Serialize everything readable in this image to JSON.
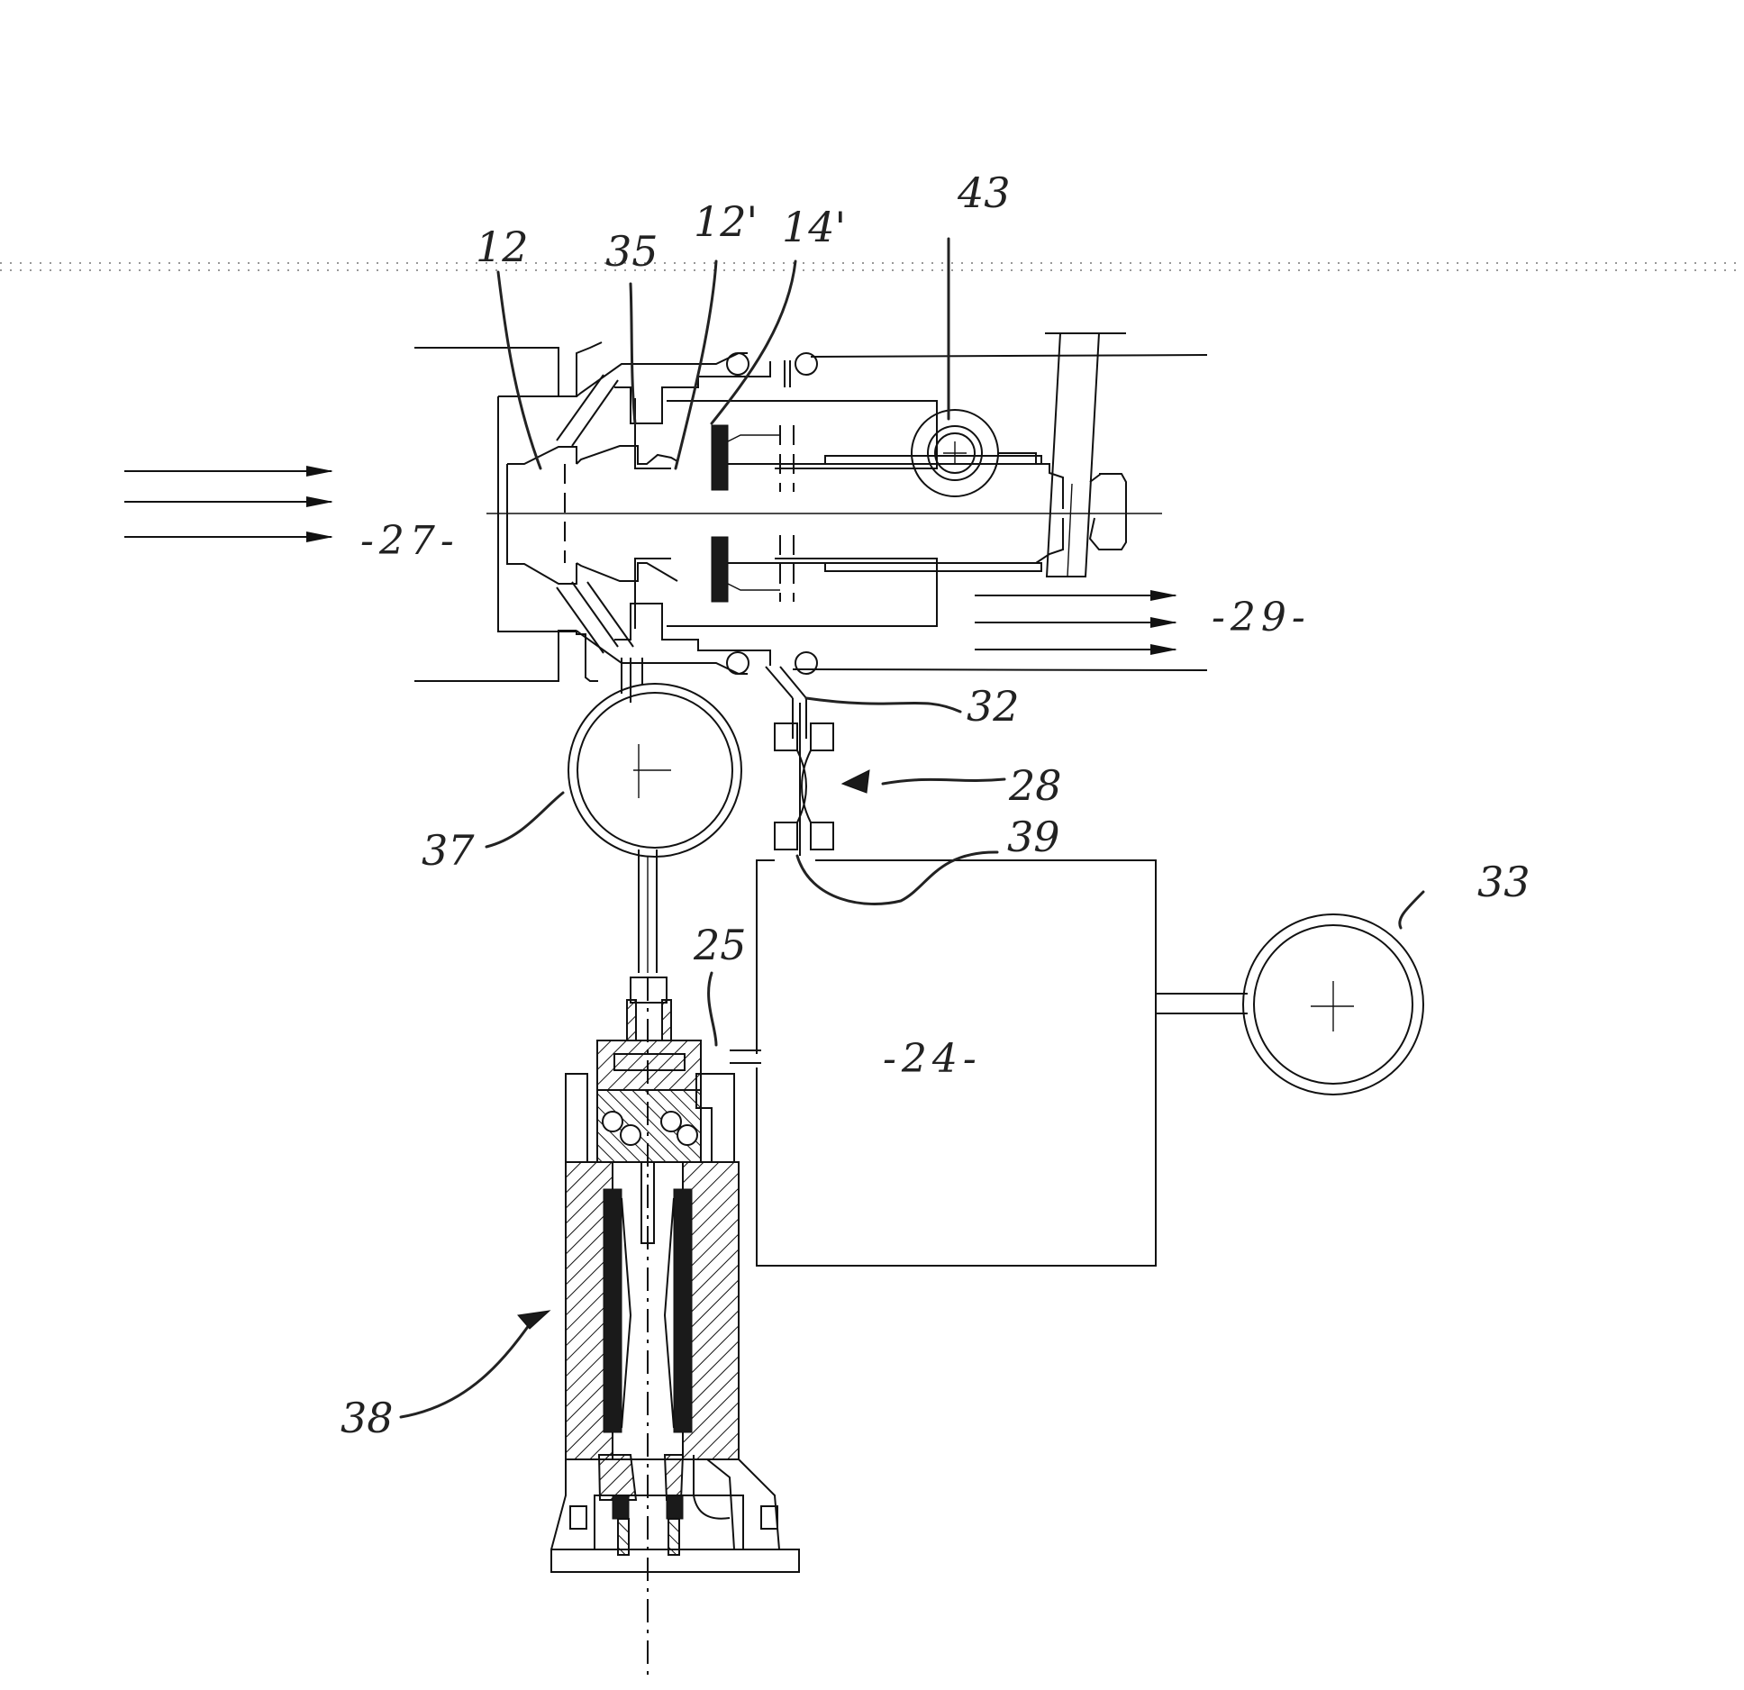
{
  "figure": {
    "type": "patent-technical-drawing",
    "line_color": "#111111",
    "background": "#ffffff"
  },
  "reference_labels": [
    {
      "id": "ref-12",
      "text": "12"
    },
    {
      "id": "ref-35",
      "text": "35"
    },
    {
      "id": "ref-12-prime",
      "text": "12'"
    },
    {
      "id": "ref-14-prime",
      "text": "14'"
    },
    {
      "id": "ref-43",
      "text": "43"
    },
    {
      "id": "ref-32",
      "text": "32"
    },
    {
      "id": "ref-28",
      "text": "28"
    },
    {
      "id": "ref-39",
      "text": "39"
    },
    {
      "id": "ref-37",
      "text": "37"
    },
    {
      "id": "ref-33",
      "text": "33"
    },
    {
      "id": "ref-25",
      "text": "25"
    },
    {
      "id": "ref-38",
      "text": "38"
    }
  ],
  "zone_labels": {
    "inlet": "-27-",
    "outlet": "-29-",
    "chamber": "-24-"
  },
  "flow_arrows": {
    "inlet_count": 3,
    "outlet_count": 3,
    "direction": "right"
  },
  "icons": {
    "flow_arrow": "arrow-right-icon",
    "center_mark": "crosshair-icon",
    "bearing": "ball-bearing-icon"
  }
}
